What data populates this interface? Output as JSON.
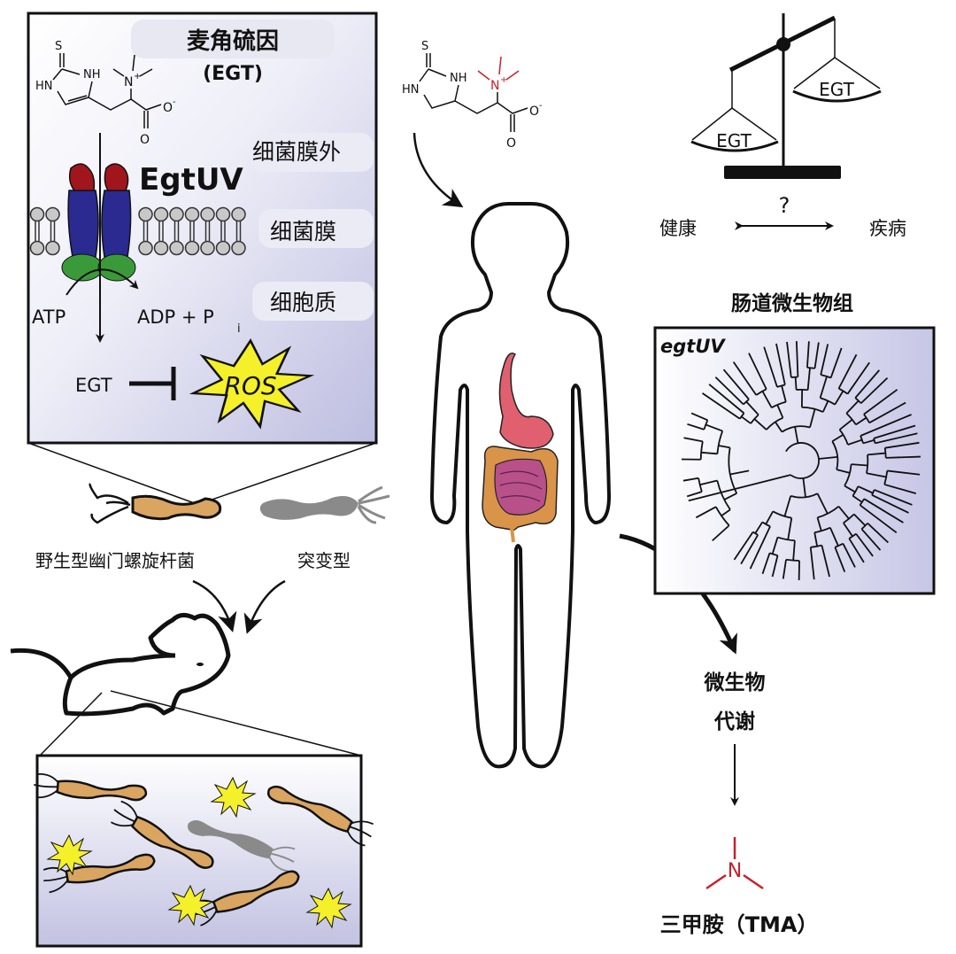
{
  "egt_panel": {
    "title": "麦角硫因",
    "subtitle": "(EGT)",
    "transporter": "EgtUV",
    "label_outside": "细菌膜外",
    "label_membrane": "细菌膜",
    "label_cytoplasm": "细胞质",
    "atp": "ATP",
    "adp": "ADP + P",
    "adp_sub": "i",
    "egt": "EGT",
    "ros": "ROS",
    "molecule": {
      "s": "S",
      "nh": "NH",
      "hn": "HN",
      "n_plus": "N",
      "plus": "+",
      "o_minus": "O",
      "minus": "-",
      "o": "O"
    }
  },
  "bacteria": {
    "wild_type": "野生型幽门螺旋杆菌",
    "mutant": "突变型"
  },
  "scale": {
    "left_pan": "EGT",
    "right_pan": "EGT",
    "question": "?",
    "health": "健康",
    "disease": "疾病"
  },
  "microbiome": {
    "title": "肠道微生物组",
    "gene": "egtUV"
  },
  "metabolism": {
    "line1": "微生物",
    "line2": "代谢",
    "tma_atom": "N",
    "tma_label": "三甲胺（TMA）"
  },
  "colors": {
    "accent_red": "#c8202c",
    "bacteria_tan": "#d9a561",
    "mutant_gray": "#8a8a8a",
    "ros_yellow": "#f4f02a",
    "transporter_blue": "#2a2a90",
    "transporter_red": "#a0161c",
    "transporter_green": "#3a9a3a",
    "panel_lavender": "#c5c5e4"
  }
}
